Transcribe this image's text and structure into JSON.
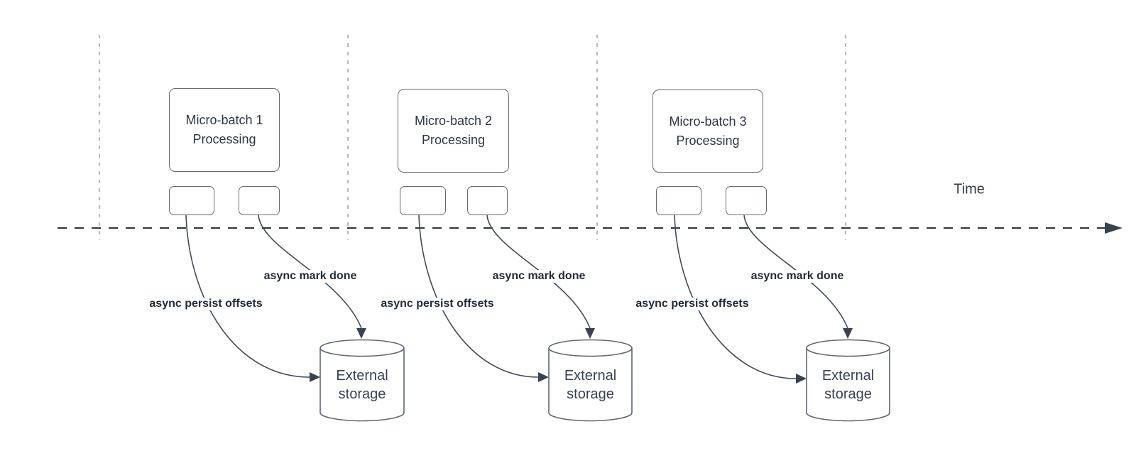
{
  "diagram": {
    "time_axis_label": "Time",
    "batches": [
      {
        "title": "Micro-batch 1",
        "subtitle": "Processing",
        "persist_label": "async persist offsets",
        "done_label": "async mark done",
        "storage_line1": "External",
        "storage_line2": "storage"
      },
      {
        "title": "Micro-batch 2",
        "subtitle": "Processing",
        "persist_label": "async persist offsets",
        "done_label": "async mark done",
        "storage_line1": "External",
        "storage_line2": "storage"
      },
      {
        "title": "Micro-batch 3",
        "subtitle": "Processing",
        "persist_label": "async persist offsets",
        "done_label": "async mark done",
        "storage_line1": "External",
        "storage_line2": "storage"
      }
    ],
    "colors": {
      "background": "#ffffff",
      "shape_stroke": "#5f6775",
      "shape_text": "#2e3644",
      "edge_label_text": "#232c39",
      "arrow_stroke": "#434b59",
      "time_axis": "#2c3440",
      "gridline": "#a3a7ac"
    }
  }
}
